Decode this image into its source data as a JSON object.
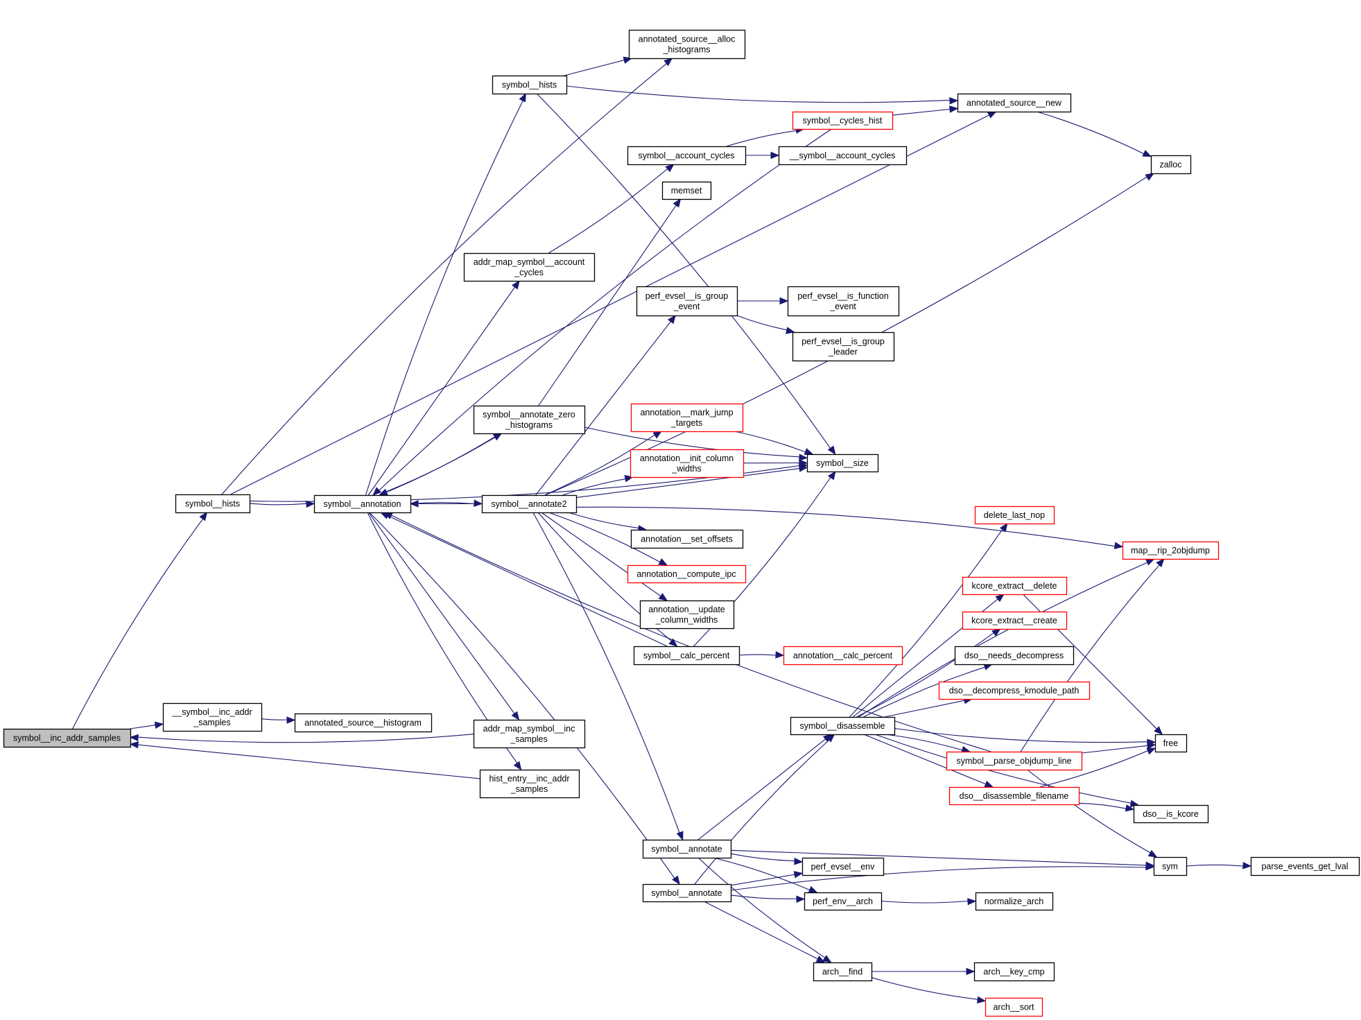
{
  "diagram": {
    "type": "call-graph",
    "colors": {
      "edge": "#191970",
      "node_border": "#000000",
      "truncated_border": "#ff0000",
      "focus_fill": "#bfbfbf",
      "node_fill": "#ffffff"
    },
    "nodes": [
      {
        "id": "symbol__inc_addr_samples",
        "lines": [
          "symbol__inc_addr_samples"
        ],
        "style": "focus"
      },
      {
        "id": "symbol__hists_a",
        "lines": [
          "symbol__hists"
        ],
        "style": "normal"
      },
      {
        "id": "__symbol__inc_addr_samples",
        "lines": [
          "__symbol__inc_addr",
          "_samples"
        ],
        "style": "normal"
      },
      {
        "id": "annotated_source__histogram",
        "lines": [
          "annotated_source__histogram"
        ],
        "style": "normal"
      },
      {
        "id": "symbol__annotation",
        "lines": [
          "symbol__annotation"
        ],
        "style": "normal"
      },
      {
        "id": "symbol__hists_b",
        "lines": [
          "symbol__hists"
        ],
        "style": "normal"
      },
      {
        "id": "annotated_source__alloc_histograms",
        "lines": [
          "annotated_source__alloc",
          "_histograms"
        ],
        "style": "normal"
      },
      {
        "id": "annotated_source__new",
        "lines": [
          "annotated_source__new"
        ],
        "style": "normal"
      },
      {
        "id": "symbol__cycles_hist",
        "lines": [
          "symbol__cycles_hist"
        ],
        "style": "red"
      },
      {
        "id": "symbol__account_cycles",
        "lines": [
          "symbol__account_cycles"
        ],
        "style": "normal"
      },
      {
        "id": "__symbol__account_cycles",
        "lines": [
          "__symbol__account_cycles"
        ],
        "style": "normal"
      },
      {
        "id": "zalloc",
        "lines": [
          "zalloc"
        ],
        "style": "normal"
      },
      {
        "id": "memset",
        "lines": [
          "memset"
        ],
        "style": "normal"
      },
      {
        "id": "addr_map_symbol__account_cycles",
        "lines": [
          "addr_map_symbol__account",
          "_cycles"
        ],
        "style": "normal"
      },
      {
        "id": "perf_evsel__is_group_event",
        "lines": [
          "perf_evsel__is_group",
          "_event"
        ],
        "style": "normal"
      },
      {
        "id": "perf_evsel__is_function_event",
        "lines": [
          "perf_evsel__is_function",
          "_event"
        ],
        "style": "normal"
      },
      {
        "id": "perf_evsel__is_group_leader",
        "lines": [
          "perf_evsel__is_group",
          "_leader"
        ],
        "style": "normal"
      },
      {
        "id": "symbol__annotate_zero_histograms",
        "lines": [
          "symbol__annotate_zero",
          "_histograms"
        ],
        "style": "normal"
      },
      {
        "id": "annotation__mark_jump_targets",
        "lines": [
          "annotation__mark_jump",
          "_targets"
        ],
        "style": "red"
      },
      {
        "id": "annotation__init_column_widths",
        "lines": [
          "annotation__init_column",
          "_widths"
        ],
        "style": "red"
      },
      {
        "id": "symbol__size",
        "lines": [
          "symbol__size"
        ],
        "style": "normal"
      },
      {
        "id": "symbol__annotate2",
        "lines": [
          "symbol__annotate2"
        ],
        "style": "normal"
      },
      {
        "id": "annotation__set_offsets",
        "lines": [
          "annotation__set_offsets"
        ],
        "style": "normal"
      },
      {
        "id": "annotation__compute_ipc",
        "lines": [
          "annotation__compute_ipc"
        ],
        "style": "red"
      },
      {
        "id": "annotation__update_column_widths",
        "lines": [
          "annotation__update",
          "_column_widths"
        ],
        "style": "normal"
      },
      {
        "id": "symbol__calc_percent",
        "lines": [
          "symbol__calc_percent"
        ],
        "style": "normal"
      },
      {
        "id": "annotation__calc_percent",
        "lines": [
          "annotation__calc_percent"
        ],
        "style": "red"
      },
      {
        "id": "addr_map_symbol__inc_samples",
        "lines": [
          "addr_map_symbol__inc",
          "_samples"
        ],
        "style": "normal"
      },
      {
        "id": "hist_entry__inc_addr_samples",
        "lines": [
          "hist_entry__inc_addr",
          "_samples"
        ],
        "style": "normal"
      },
      {
        "id": "delete_last_nop",
        "lines": [
          "delete_last_nop"
        ],
        "style": "red"
      },
      {
        "id": "map__rip_2objdump",
        "lines": [
          "map__rip_2objdump"
        ],
        "style": "red"
      },
      {
        "id": "kcore_extract__delete",
        "lines": [
          "kcore_extract__delete"
        ],
        "style": "red"
      },
      {
        "id": "kcore_extract__create",
        "lines": [
          "kcore_extract__create"
        ],
        "style": "red"
      },
      {
        "id": "dso__needs_decompress",
        "lines": [
          "dso__needs_decompress"
        ],
        "style": "normal"
      },
      {
        "id": "dso__decompress_kmodule_path",
        "lines": [
          "dso__decompress_kmodule_path"
        ],
        "style": "red"
      },
      {
        "id": "symbol__disassemble",
        "lines": [
          "symbol__disassemble"
        ],
        "style": "normal"
      },
      {
        "id": "free",
        "lines": [
          "free"
        ],
        "style": "normal"
      },
      {
        "id": "symbol__parse_objdump_line",
        "lines": [
          "symbol__parse_objdump_line"
        ],
        "style": "red"
      },
      {
        "id": "dso__disassemble_filename",
        "lines": [
          "dso__disassemble_filename"
        ],
        "style": "red"
      },
      {
        "id": "dso__is_kcore",
        "lines": [
          "dso__is_kcore"
        ],
        "style": "normal"
      },
      {
        "id": "symbol__annotate_a",
        "lines": [
          "symbol__annotate"
        ],
        "style": "normal"
      },
      {
        "id": "symbol__annotate_b",
        "lines": [
          "symbol__annotate"
        ],
        "style": "normal"
      },
      {
        "id": "perf_evsel__env",
        "lines": [
          "perf_evsel__env"
        ],
        "style": "normal"
      },
      {
        "id": "perf_env__arch",
        "lines": [
          "perf_env__arch"
        ],
        "style": "normal"
      },
      {
        "id": "normalize_arch",
        "lines": [
          "normalize_arch"
        ],
        "style": "normal"
      },
      {
        "id": "sym",
        "lines": [
          "sym"
        ],
        "style": "normal"
      },
      {
        "id": "parse_events_get_lval",
        "lines": [
          "parse_events_get_lval"
        ],
        "style": "normal"
      },
      {
        "id": "arch__find",
        "lines": [
          "arch__find"
        ],
        "style": "normal"
      },
      {
        "id": "arch__key_cmp",
        "lines": [
          "arch__key_cmp"
        ],
        "style": "normal"
      },
      {
        "id": "arch__sort",
        "lines": [
          "arch__sort"
        ],
        "style": "red"
      }
    ],
    "edges": [
      [
        "symbol__inc_addr_samples",
        "symbol__hists_a"
      ],
      [
        "symbol__inc_addr_samples",
        "__symbol__inc_addr_samples"
      ],
      [
        "__symbol__inc_addr_samples",
        "annotated_source__histogram"
      ],
      [
        "addr_map_symbol__inc_samples",
        "symbol__inc_addr_samples"
      ],
      [
        "hist_entry__inc_addr_samples",
        "symbol__inc_addr_samples"
      ],
      [
        "symbol__hists_a",
        "symbol__annotation"
      ],
      [
        "symbol__hists_a",
        "annotated_source__alloc_histograms"
      ],
      [
        "symbol__hists_a",
        "annotated_source__new"
      ],
      [
        "symbol__hists_a",
        "symbol__size"
      ],
      [
        "symbol__annotation",
        "symbol__hists_b"
      ],
      [
        "symbol__annotation",
        "addr_map_symbol__account_cycles"
      ],
      [
        "symbol__annotation",
        "symbol__annotate_zero_histograms"
      ],
      [
        "symbol__annotation",
        "symbol__annotate2"
      ],
      [
        "symbol__annotation",
        "addr_map_symbol__inc_samples"
      ],
      [
        "symbol__annotation",
        "hist_entry__inc_addr_samples"
      ],
      [
        "symbol__annotation",
        "symbol__annotate_b"
      ],
      [
        "symbol__hists_b",
        "annotated_source__alloc_histograms"
      ],
      [
        "symbol__hists_b",
        "annotated_source__new"
      ],
      [
        "symbol__hists_b",
        "symbol__size"
      ],
      [
        "symbol__cycles_hist",
        "annotated_source__new"
      ],
      [
        "symbol__cycles_hist",
        "symbol__annotation"
      ],
      [
        "symbol__account_cycles",
        "symbol__cycles_hist"
      ],
      [
        "symbol__account_cycles",
        "__symbol__account_cycles"
      ],
      [
        "addr_map_symbol__account_cycles",
        "symbol__account_cycles"
      ],
      [
        "annotated_source__new",
        "zalloc"
      ],
      [
        "symbol__annotate_zero_histograms",
        "memset"
      ],
      [
        "symbol__annotate_zero_histograms",
        "symbol__size"
      ],
      [
        "symbol__annotate_zero_histograms",
        "symbol__annotation"
      ],
      [
        "symbol__annotate2",
        "symbol__annotation"
      ],
      [
        "symbol__annotate2",
        "zalloc"
      ],
      [
        "symbol__annotate2",
        "map__rip_2objdump"
      ],
      [
        "symbol__annotate2",
        "perf_evsel__is_group_event"
      ],
      [
        "symbol__annotate2",
        "annotation__mark_jump_targets"
      ],
      [
        "symbol__annotate2",
        "annotation__init_column_widths"
      ],
      [
        "symbol__annotate2",
        "symbol__size"
      ],
      [
        "symbol__annotate2",
        "annotation__set_offsets"
      ],
      [
        "symbol__annotate2",
        "annotation__compute_ipc"
      ],
      [
        "symbol__annotate2",
        "annotation__update_column_widths"
      ],
      [
        "symbol__annotate2",
        "symbol__calc_percent"
      ],
      [
        "symbol__annotate2",
        "symbol__annotate_a"
      ],
      [
        "perf_evsel__is_group_event",
        "perf_evsel__is_function_event"
      ],
      [
        "perf_evsel__is_group_event",
        "perf_evsel__is_group_leader"
      ],
      [
        "annotation__mark_jump_targets",
        "symbol__size"
      ],
      [
        "annotation__init_column_widths",
        "symbol__size"
      ],
      [
        "symbol__calc_percent",
        "symbol__size"
      ],
      [
        "symbol__calc_percent",
        "annotation__calc_percent"
      ],
      [
        "symbol__calc_percent",
        "symbol__annotation"
      ],
      [
        "symbol__disassemble",
        "delete_last_nop"
      ],
      [
        "symbol__disassemble",
        "map__rip_2objdump"
      ],
      [
        "symbol__disassemble",
        "kcore_extract__delete"
      ],
      [
        "symbol__disassemble",
        "kcore_extract__create"
      ],
      [
        "symbol__disassemble",
        "dso__needs_decompress"
      ],
      [
        "symbol__disassemble",
        "dso__decompress_kmodule_path"
      ],
      [
        "symbol__disassemble",
        "free"
      ],
      [
        "symbol__disassemble",
        "symbol__parse_objdump_line"
      ],
      [
        "symbol__disassemble",
        "dso__disassemble_filename"
      ],
      [
        "symbol__disassemble",
        "dso__is_kcore"
      ],
      [
        "symbol__parse_objdump_line",
        "map__rip_2objdump"
      ],
      [
        "symbol__parse_objdump_line",
        "free"
      ],
      [
        "symbol__parse_objdump_line",
        "sym"
      ],
      [
        "symbol__parse_objdump_line",
        "symbol__annotation"
      ],
      [
        "kcore_extract__delete",
        "free"
      ],
      [
        "dso__disassemble_filename",
        "free"
      ],
      [
        "dso__disassemble_filename",
        "dso__is_kcore"
      ],
      [
        "symbol__annotate_a",
        "symbol__disassemble"
      ],
      [
        "symbol__annotate_a",
        "perf_evsel__env"
      ],
      [
        "symbol__annotate_a",
        "perf_env__arch"
      ],
      [
        "symbol__annotate_a",
        "sym"
      ],
      [
        "symbol__annotate_a",
        "arch__find"
      ],
      [
        "symbol__annotate_b",
        "symbol__disassemble"
      ],
      [
        "symbol__annotate_b",
        "perf_evsel__env"
      ],
      [
        "symbol__annotate_b",
        "perf_env__arch"
      ],
      [
        "symbol__annotate_b",
        "sym"
      ],
      [
        "symbol__annotate_b",
        "arch__find"
      ],
      [
        "perf_env__arch",
        "normalize_arch"
      ],
      [
        "sym",
        "parse_events_get_lval"
      ],
      [
        "arch__find",
        "arch__key_cmp"
      ],
      [
        "arch__find",
        "arch__sort"
      ]
    ]
  }
}
